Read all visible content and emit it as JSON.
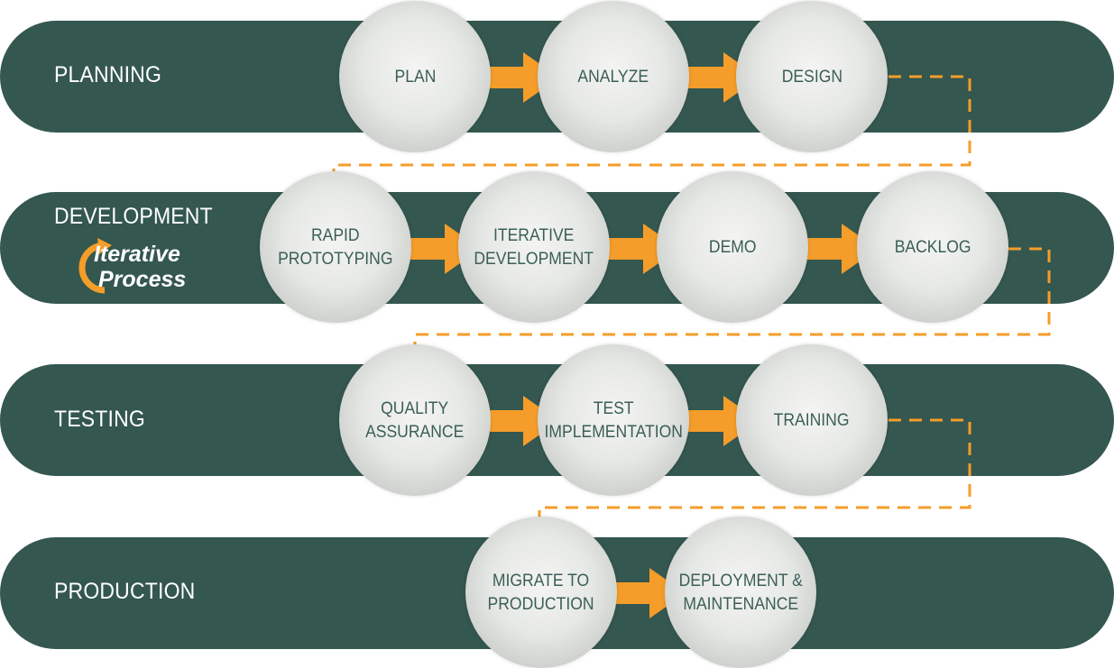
{
  "lanes": [
    {
      "label": "PLANNING"
    },
    {
      "label": "DEVELOPMENT"
    },
    {
      "label": "TESTING"
    },
    {
      "label": "PRODUCTION"
    }
  ],
  "badge": {
    "line1": "Iterative",
    "line2": "Process"
  },
  "stages": {
    "plan": "PLAN",
    "analyze": "ANALYZE",
    "design": "DESIGN",
    "rapid": "RAPID\nPROTOTYPING",
    "iterative": "ITERATIVE\nDEVELOPMENT",
    "demo": "DEMO",
    "backlog": "BACKLOG",
    "qa": "QUALITY\nASSURANCE",
    "test": "TEST\nIMPLEMENTATION",
    "training": "TRAINING",
    "migrate": "MIGRATE TO\nPRODUCTION",
    "deploy": "DEPLOYMENT &\nMAINTENANCE"
  },
  "colors": {
    "lane": "#34574f",
    "accent": "#f59d2a",
    "stage_text": "#3b5e58"
  }
}
